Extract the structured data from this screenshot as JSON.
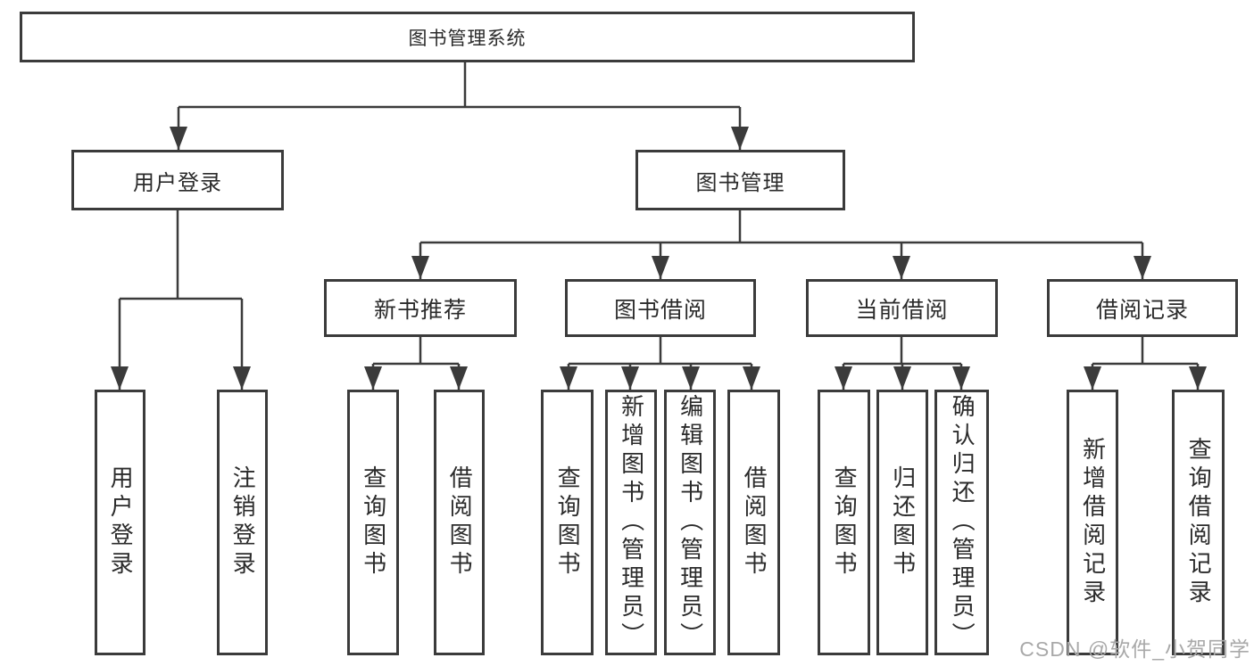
{
  "tree": {
    "label": "图书管理系统",
    "children": [
      {
        "label": "用户登录",
        "children": [
          {
            "label": "用户登录"
          },
          {
            "label": "注销登录"
          }
        ]
      },
      {
        "label": "图书管理",
        "children": [
          {
            "label": "新书推荐",
            "children": [
              {
                "label": "查询图书"
              },
              {
                "label": "借阅图书"
              }
            ]
          },
          {
            "label": "图书借阅",
            "children": [
              {
                "label": "查询图书"
              },
              {
                "label": "新增图书（管理员）"
              },
              {
                "label": "编辑图书（管理员）"
              },
              {
                "label": "借阅图书"
              }
            ]
          },
          {
            "label": "当前借阅",
            "children": [
              {
                "label": "查询图书"
              },
              {
                "label": "归还图书"
              },
              {
                "label": "确认归还（管理员）"
              }
            ]
          },
          {
            "label": "借阅记录",
            "children": [
              {
                "label": "新增借阅记录"
              },
              {
                "label": "查询借阅记录"
              }
            ]
          }
        ]
      }
    ]
  },
  "watermark": {
    "text": "CSDN @软件_小贺同学"
  },
  "colors": {
    "line": "#3b3b3b",
    "border": "#3b3b3b",
    "text": "#2b2b2b",
    "watermark": "#a9a9a9",
    "background": "#ffffff"
  }
}
